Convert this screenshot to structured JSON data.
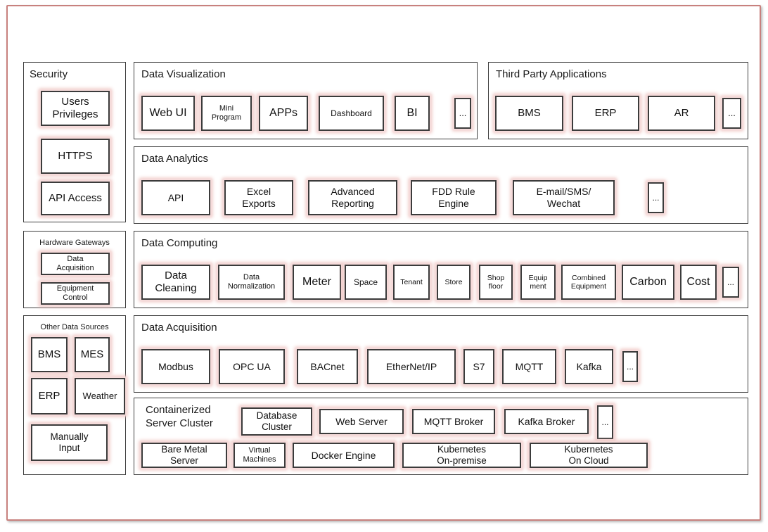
{
  "diagram": {
    "outer_border_color": "#c8817e",
    "box_border_color": "#3b3b3b",
    "box_glow_color": "#eec2bf",
    "sections": [
      {
        "id": "security",
        "title": "Security",
        "items": [
          "Users\nPrivileges",
          "HTTPS",
          "API Access"
        ]
      },
      {
        "id": "data-visualization",
        "title": "Data Visualization",
        "items": [
          "Web UI",
          "Mini\nProgram",
          "APPs",
          "Dashboard",
          "BI",
          "..."
        ]
      },
      {
        "id": "third-party-applications",
        "title": "Third Party Applications",
        "items": [
          "BMS",
          "ERP",
          "AR",
          "..."
        ]
      },
      {
        "id": "data-analytics",
        "title": "Data Analytics",
        "items": [
          "API",
          "Excel\nExports",
          "Advanced\nReporting",
          "FDD Rule\nEngine",
          "E-mail/SMS/\nWechat",
          "..."
        ]
      },
      {
        "id": "hardware-gateways",
        "title": "Hardware Gateways",
        "items": [
          "Data\nAcquisition",
          "Equipment\nControl"
        ]
      },
      {
        "id": "data-computing",
        "title": "Data Computing",
        "items": [
          "Data\nCleaning",
          "Data\nNormalization",
          "Meter",
          "Space",
          "Tenant",
          "Store",
          "Shop\nfloor",
          "Equip\nment",
          "Combined\nEquipment",
          "Carbon",
          "Cost",
          "..."
        ]
      },
      {
        "id": "other-data-sources",
        "title": "Other Data Sources",
        "items": [
          "BMS",
          "MES",
          "ERP",
          "Weather",
          "Manually\nInput"
        ]
      },
      {
        "id": "data-acquisition",
        "title": "Data Acquisition",
        "items": [
          "Modbus",
          "OPC UA",
          "BACnet",
          "EtherNet/IP",
          "S7",
          "MQTT",
          "Kafka",
          "..."
        ]
      },
      {
        "id": "containerized-server-cluster",
        "title": "Containerized\nServer Cluster",
        "items": [
          "Database\nCluster",
          "Web Server",
          "MQTT Broker",
          "Kafka Broker",
          "...",
          "Bare Metal\nServer",
          "Virtual\nMachines",
          "Docker Engine",
          "Kubernetes\nOn-premise",
          "Kubernetes\nOn Cloud"
        ]
      }
    ]
  }
}
